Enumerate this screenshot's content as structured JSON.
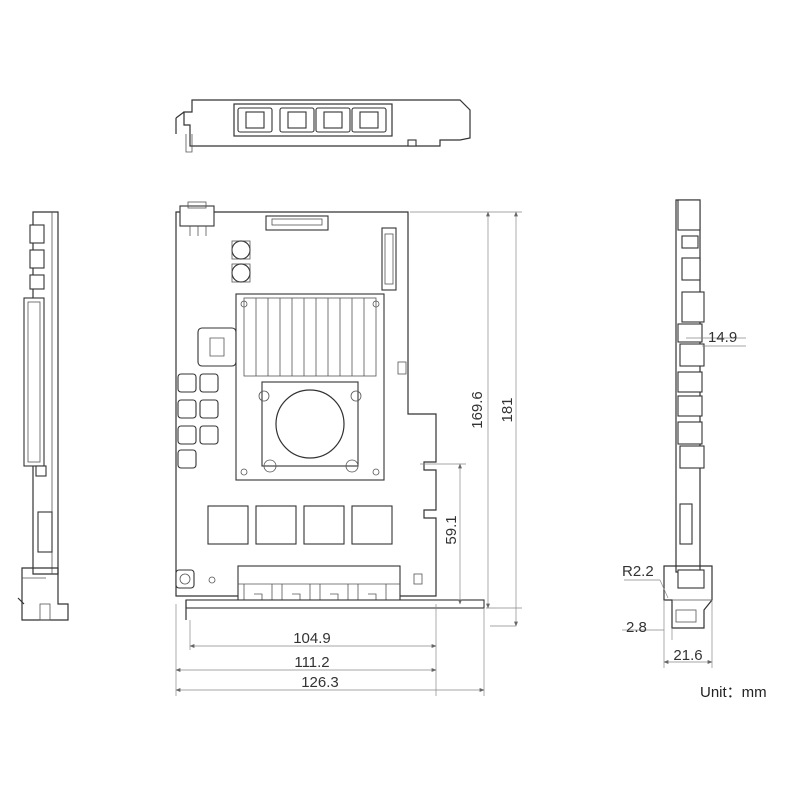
{
  "dimensions": {
    "width_inner": "104.9",
    "width_mid": "111.2",
    "width_outer": "126.3",
    "height_board": "169.6",
    "height_total": "181",
    "height_lower": "59.1",
    "side_thickness": "14.9",
    "radius": "R2.2",
    "tab_offset": "2.8",
    "bracket_depth": "21.6"
  },
  "unit_label": "Unit：mm"
}
